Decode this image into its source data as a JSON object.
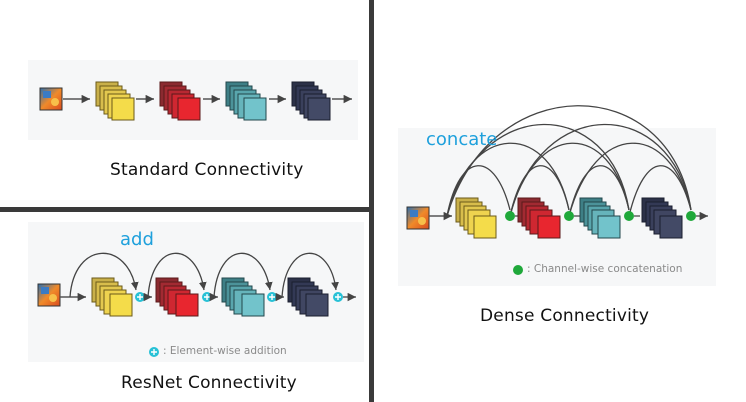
{
  "panels": {
    "standard": {
      "caption": "Standard Connectivity"
    },
    "resnet": {
      "caption": "ResNet Connectivity",
      "tag": "add",
      "legend": ": Element-wise addition"
    },
    "dense": {
      "caption": "Dense Connectivity",
      "tag": "concate",
      "legend": ": Channel-wise concatenation"
    }
  },
  "colors": {
    "block_yellow": "#f4dc4a",
    "block_red": "#e8262f",
    "block_teal": "#72c3cb",
    "block_navy": "#434a66",
    "add_node": "#27c1d6",
    "concat_node": "#1fa83a",
    "tag_text": "#1ea0dc",
    "divider": "#3a3a3a"
  },
  "icons": {
    "input_image": "input-image-icon",
    "add_node": "element-wise-add-icon",
    "concat_node": "channel-concat-icon"
  }
}
